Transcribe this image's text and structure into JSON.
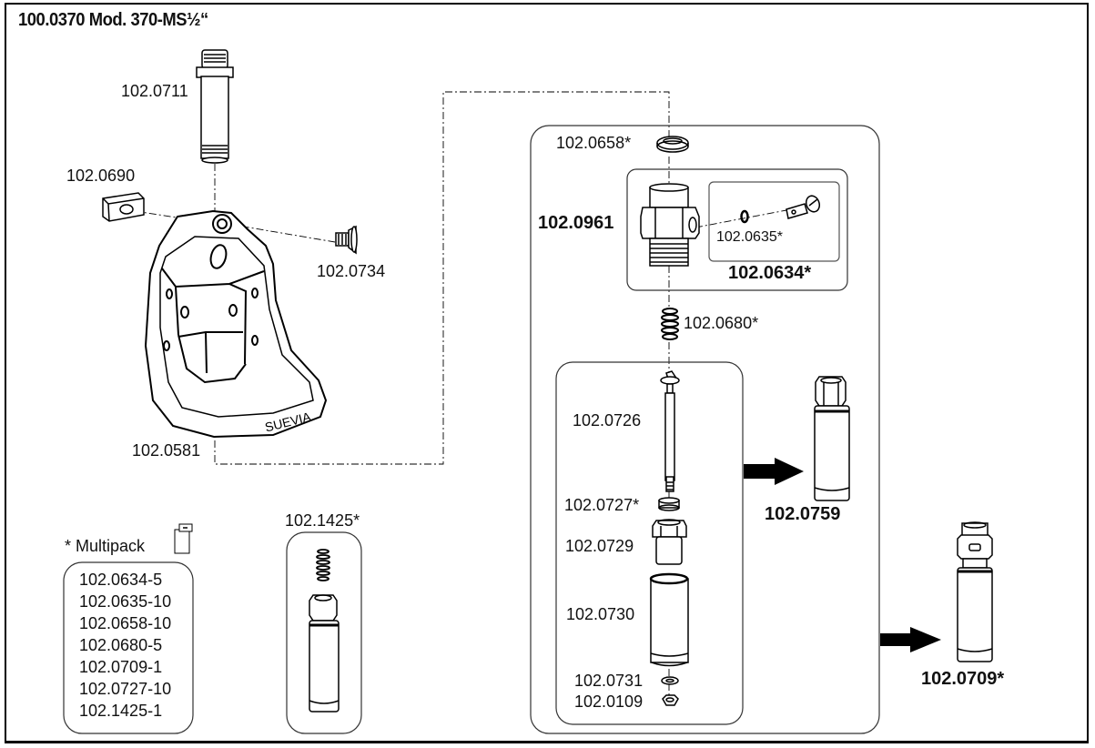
{
  "title": "100.0370 Mod. 370-MS½“",
  "parts": {
    "p0711": "102.0711",
    "p0690": "102.0690",
    "p0734": "102.0734",
    "p0581": "102.0581",
    "brand": "SUEVIA",
    "p0658": "102.0658*",
    "p0961": "102.0961",
    "p0635": "102.0635*",
    "p0634": "102.0634*",
    "p0680": "102.0680*",
    "p0726": "102.0726",
    "p0727": "102.0727*",
    "p0729": "102.0729",
    "p0730": "102.0730",
    "p0731": "102.0731",
    "p0109": "102.0109",
    "p0759": "102.0759",
    "p0709": "102.0709*",
    "p1425": "102.1425*"
  },
  "multipack": {
    "heading": "* Multipack",
    "icon": "package-icon",
    "items": [
      "102.0634-5",
      "102.0635-10",
      "102.0658-10",
      "102.0680-5",
      "102.0709-1",
      "102.0727-10",
      "102.1425-1"
    ]
  }
}
